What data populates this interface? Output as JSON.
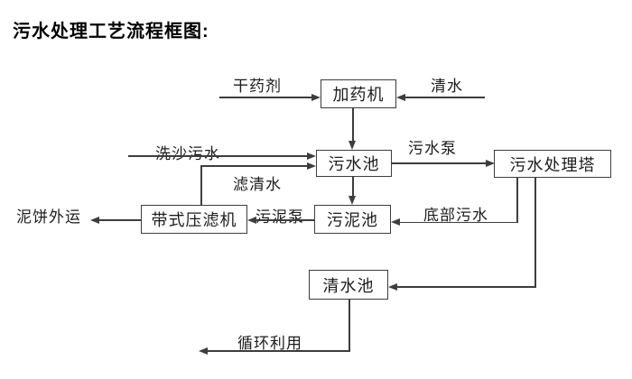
{
  "title": "污水处理工艺流程框图:",
  "nodes": {
    "dosing_machine": "加药机",
    "sewage_pool": "污水池",
    "treatment_tower": "污水处理塔",
    "sludge_pool": "污泥池",
    "belt_filter_press": "带式压滤机",
    "clean_water_pool": "清水池"
  },
  "flows": {
    "dry_chemical": "干药剂",
    "clean_water": "清水",
    "sand_washing_sewage": "洗沙污水",
    "sewage_pump": "污水泵",
    "filtered_water": "滤清水",
    "sludge_pump": "污泥泵",
    "bottom_sewage": "底部污水",
    "mud_cake_out": "泥饼外运",
    "recycle": "循环利用"
  },
  "edges": [
    {
      "from": "干药剂",
      "to": "加药机"
    },
    {
      "from": "清水",
      "to": "加药机"
    },
    {
      "from": "加药机",
      "to": "污水池"
    },
    {
      "from": "洗沙污水",
      "to": "污水池"
    },
    {
      "from": "带式压滤机",
      "to": "污水池",
      "label": "滤清水"
    },
    {
      "from": "污水池",
      "to": "污水处理塔",
      "label": "污水泵"
    },
    {
      "from": "污水池",
      "to": "污泥池"
    },
    {
      "from": "污水处理塔",
      "to": "污泥池",
      "label": "底部污水"
    },
    {
      "from": "污泥池",
      "to": "带式压滤机",
      "label": "污泥泵"
    },
    {
      "from": "带式压滤机",
      "to": "泥饼外运"
    },
    {
      "from": "污水处理塔",
      "to": "清水池"
    },
    {
      "from": "清水池",
      "to": "循环利用"
    }
  ],
  "colors": {
    "background": "#ffffff",
    "line": "#3d3d3d",
    "text": "#1c1c1c",
    "title": "#000000"
  }
}
